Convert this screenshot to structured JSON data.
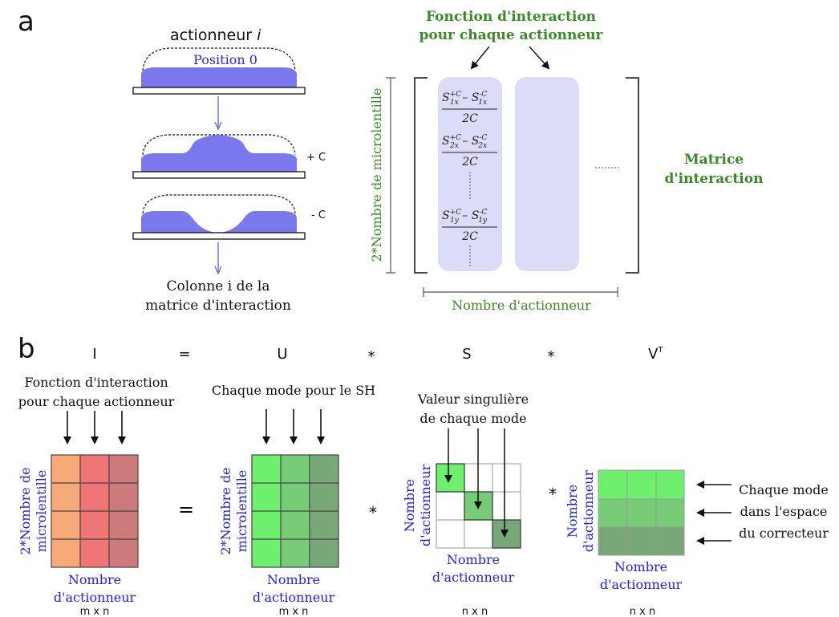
{
  "panel_a": {
    "label": "a",
    "actuator_title": "actionneur",
    "actuator_title_var": "i",
    "position_label": "Position 0",
    "plus_label": "+ C",
    "minus_label": "- C",
    "column_caption_line1": "Colonne i de la",
    "column_caption_line2": "matrice d'interaction",
    "function_title_line1": "Fonction d'interaction",
    "function_title_line2": "pour chaque actionneur",
    "row_axis_label": "2*Nombre de microlentille",
    "col_axis_label": "Nombre d'actionneur",
    "matrix_label_line1": "Matrice",
    "matrix_label_line2": "d'interaction",
    "formulas": [
      {
        "sub": "1x"
      },
      {
        "sub": "2x"
      },
      {
        "sub": "1y"
      }
    ],
    "formula_S": "S",
    "formula_plus": "+C",
    "formula_minus": "-C",
    "formula_denominator": "2C"
  },
  "panel_b": {
    "label": "b",
    "equation": {
      "I": "I",
      "eq": "=",
      "U": "U",
      "star1": "*",
      "S": "S",
      "star2": "*",
      "V": "V",
      "T": "T"
    },
    "I_caption_line1": "Fonction d'interaction",
    "I_caption_line2": "pour chaque actionneur",
    "U_caption": "Chaque mode pour le SH",
    "S_caption_line1": "Valeur singulière",
    "S_caption_line2": "de chaque mode",
    "V_caption_line1": "Chaque mode",
    "V_caption_line2": "dans l'espace",
    "V_caption_line3": "du correcteur",
    "micro_line1": "2*Nombre de",
    "micro_line2": "microlentille",
    "act_line1": "Nombre",
    "act_line2": "d'actionneur",
    "dim_mn": "m x n",
    "dim_nn": "n x n",
    "op_eq": "=",
    "op_star": "*",
    "colors": {
      "I_cols": [
        "#f6aa78",
        "#f07676",
        "#cc7a7a"
      ],
      "U_cols": [
        "#6ef06e",
        "#78cc78",
        "#78a878"
      ],
      "S_diag": [
        "#6ef06e",
        "#78cc78",
        "#78a878"
      ],
      "V_rows": [
        "#6ef06e",
        "#78cc78",
        "#78a878"
      ],
      "actuator_fill": "#7b78ee",
      "column_band": "#dcdcf8"
    }
  }
}
